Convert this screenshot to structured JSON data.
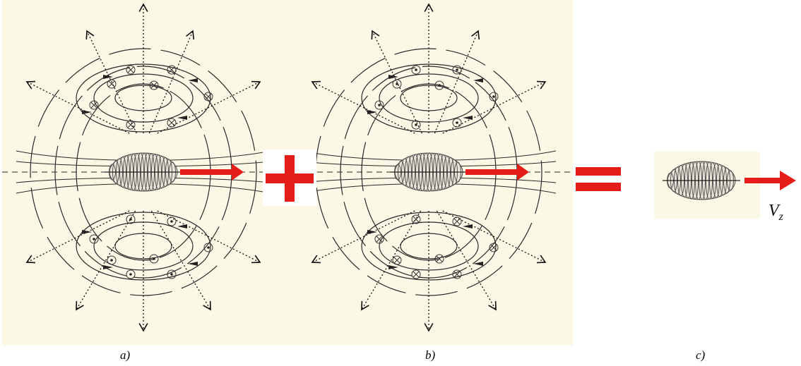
{
  "captions": {
    "a": "a)",
    "b": "b)",
    "c": "c)"
  },
  "velocity_label": {
    "main": "V",
    "sub": "z"
  },
  "panels": {
    "a": {
      "upper_loop_symbol": "cross",
      "lower_loop_symbol": "dot"
    },
    "b": {
      "upper_loop_symbol": "dot",
      "lower_loop_symbol": "cross"
    }
  },
  "operators": [
    "plus",
    "equals"
  ],
  "colors": {
    "panel_background": "#fbf8e6",
    "arrow_red": "#e51c17",
    "line": "#2a2a2a",
    "body_dark": "#4a4a4a"
  },
  "icons": {
    "cross_symbol": "circle-x-icon",
    "dot_symbol": "circle-dot-icon",
    "velocity_arrow": "arrow-right-icon"
  }
}
